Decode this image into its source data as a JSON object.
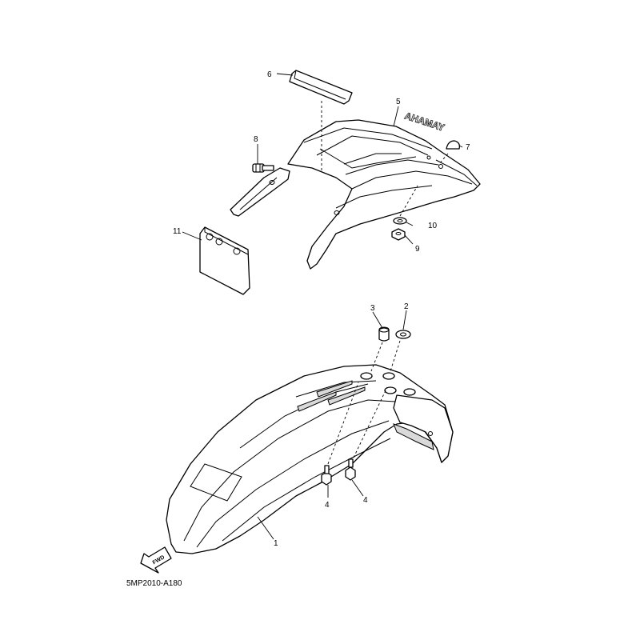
{
  "diagram": {
    "callouts": [
      {
        "id": "c1",
        "label": "1"
      },
      {
        "id": "c2",
        "label": "2"
      },
      {
        "id": "c3",
        "label": "3"
      },
      {
        "id": "c4a",
        "label": "4"
      },
      {
        "id": "c4b",
        "label": "4"
      },
      {
        "id": "c5",
        "label": "5"
      },
      {
        "id": "c6",
        "label": "6"
      },
      {
        "id": "c7",
        "label": "7"
      },
      {
        "id": "c8",
        "label": "8"
      },
      {
        "id": "c9",
        "label": "9"
      },
      {
        "id": "c10",
        "label": "10"
      },
      {
        "id": "c11",
        "label": "11"
      }
    ],
    "decal_text": "AHAMAY",
    "direction_label": "FWD",
    "drawing_code": "5MP2010-A180"
  }
}
